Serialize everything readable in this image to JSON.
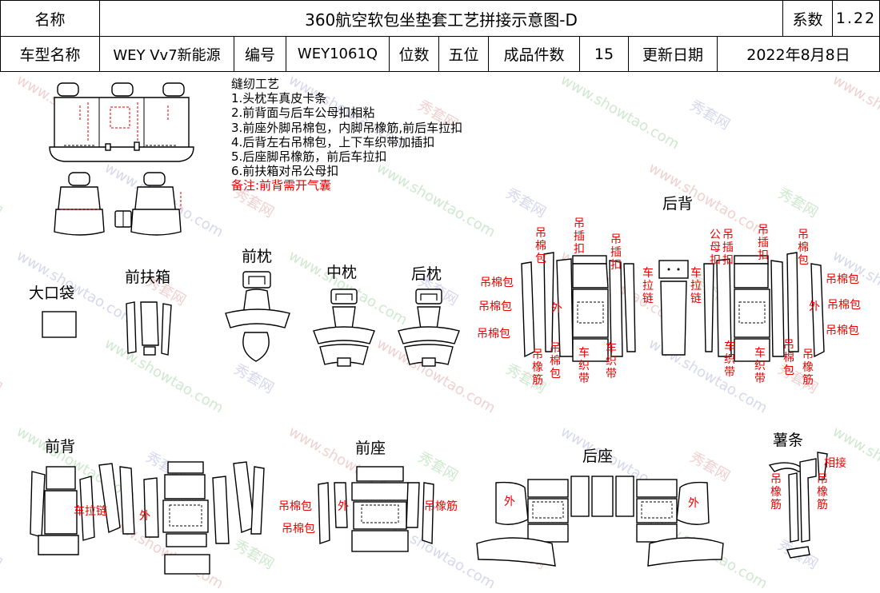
{
  "header": {
    "name_label": "名称",
    "title": "360航空软包坐垫套工艺拼接示意图-D",
    "coef_label": "系数",
    "coef_value": "1.22",
    "model_label": "车型名称",
    "model_value": "WEY Vv7新能源",
    "code_label": "编号",
    "code_value": "WEY1061Q",
    "seats_label": "位数",
    "seats_value": "五位",
    "pieces_label": "成品件数",
    "pieces_value": "15",
    "date_label": "更新日期",
    "date_value": "2022年8月8日"
  },
  "notes": {
    "title": "缝纫工艺",
    "items": [
      "1.头枕车真皮卡条",
      "2.前背面与后车公母扣相粘",
      "3.前座外脚吊棉包，内脚吊橡筋,前后车拉扣",
      "4.后背左右吊棉包，上下车织带加插扣",
      "5.后座脚吊橡筋，前后车拉扣",
      "6.前扶箱对吊公母扣"
    ],
    "remark": "备注:前背需开气囊"
  },
  "sections": {
    "big_pocket": "大口袋",
    "front_armrest": "前扶箱",
    "front_pillow": "前枕",
    "middle_pillow": "中枕",
    "rear_pillow": "后枕",
    "rear_back": "后背",
    "front_back": "前背",
    "front_seat": "前座",
    "rear_seat": "后座",
    "strip": "薯条"
  },
  "annotations": {
    "hang_cotton": "吊棉包",
    "hang_elastic": "吊橡筋",
    "hang_buckle": "吊插扣",
    "male_female": "公母扣",
    "zipper": "车拉链",
    "webbing": "车织带",
    "outer": "外",
    "sew_zipper": "车拉链",
    "seam": "相接"
  },
  "watermark": {
    "cn": "秀套网",
    "en": "www.showtao.com"
  }
}
